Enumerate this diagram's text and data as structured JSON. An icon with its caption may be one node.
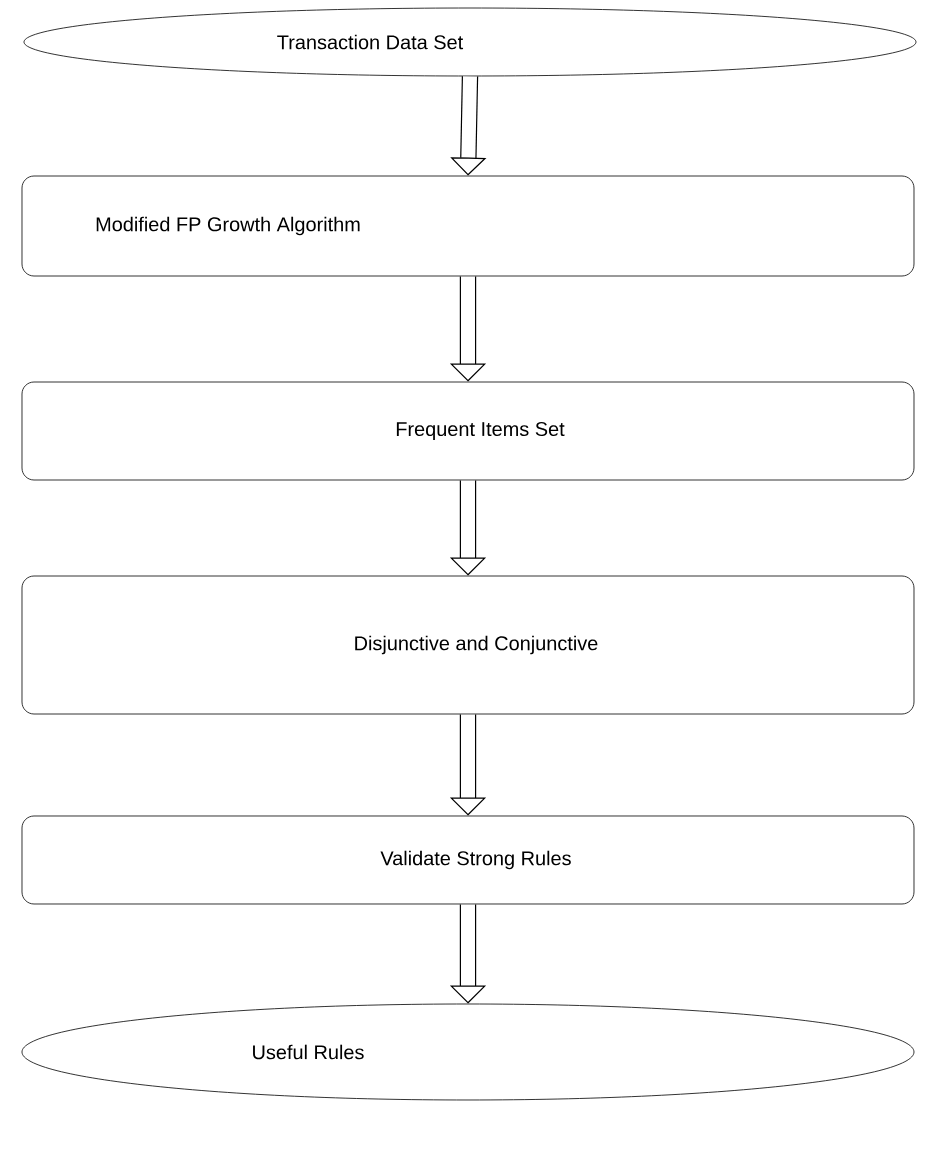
{
  "diagram": {
    "nodes": [
      {
        "text": [
          "Transaction Data Set"
        ]
      },
      {
        "text": [
          "Modified FP Growth Algorithm"
        ]
      },
      {
        "text": [
          "Frequent Items Set"
        ]
      },
      {
        "text": [
          "Disjunctive and Conjunctive"
        ]
      },
      {
        "text": [
          "Validate Strong Rules"
        ]
      },
      {
        "text": [
          "Useful Rules"
        ]
      }
    ],
    "edges": [
      {
        "from": 0,
        "to": 1,
        "arrow": "to"
      },
      {
        "from": 1,
        "to": 2,
        "arrow": "to"
      },
      {
        "from": 2,
        "to": 3,
        "arrow": "to"
      },
      {
        "from": 3,
        "to": 4,
        "arrow": "to"
      },
      {
        "from": 4,
        "to": 5,
        "arrow": "to"
      }
    ]
  }
}
